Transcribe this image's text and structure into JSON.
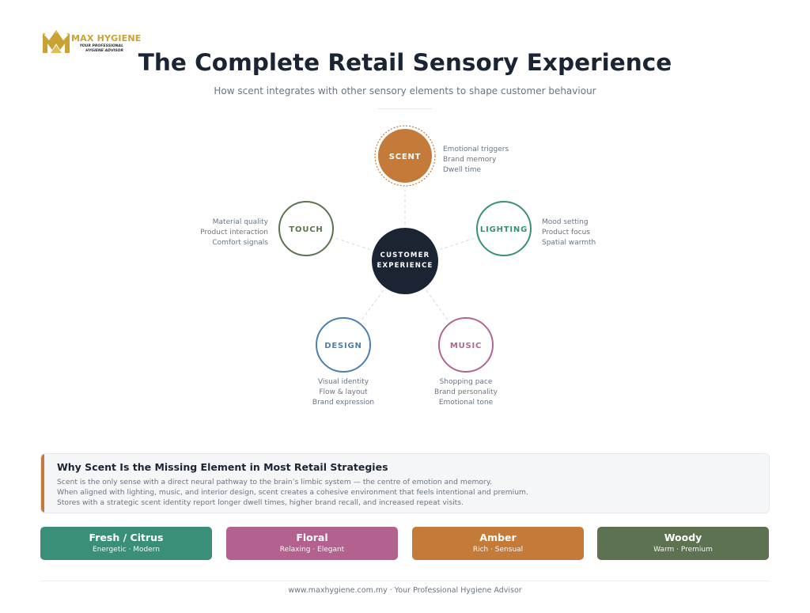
{
  "brand": {
    "name": "MAX HYGIENE",
    "tagline_line1": "YOUR PROFESSIONAL",
    "tagline_line2": "HYGIENE ADVISOR",
    "gold": "#c9a233"
  },
  "header": {
    "title": "The Complete Retail Sensory Experience",
    "subtitle": "How scent integrates with other sensory elements to shape customer behaviour"
  },
  "diagram": {
    "center": {
      "line1": "CUSTOMER",
      "line2": "EXPERIENCE",
      "color": "#1b2433"
    },
    "nodes": [
      {
        "id": "scent",
        "label": "SCENT",
        "color": "#c47b3a",
        "filled": true,
        "notes_side": "right",
        "notes": [
          "Emotional triggers",
          "Brand memory",
          "Dwell time"
        ]
      },
      {
        "id": "touch",
        "label": "TOUCH",
        "color": "#5d7250",
        "filled": false,
        "notes_side": "left",
        "notes": [
          "Material quality",
          "Product interaction",
          "Comfort signals"
        ]
      },
      {
        "id": "lighting",
        "label": "LIGHTING",
        "color": "#3a8f78",
        "filled": false,
        "notes_side": "right",
        "notes": [
          "Mood setting",
          "Product focus",
          "Spatial warmth"
        ]
      },
      {
        "id": "design",
        "label": "DESIGN",
        "color": "#4d7fab",
        "filled": false,
        "notes_side": "below",
        "notes": [
          "Visual identity",
          "Flow & layout",
          "Brand expression"
        ]
      },
      {
        "id": "music",
        "label": "MUSIC",
        "color": "#b06690",
        "filled": false,
        "notes_side": "below",
        "notes": [
          "Shopping pace",
          "Brand personality",
          "Emotional tone"
        ]
      }
    ]
  },
  "insight": {
    "title": "Why Scent Is the Missing Element in Most Retail Strategies",
    "lines": [
      "Scent is the only sense with a direct neural pathway to the brain’s limbic system — the centre of emotion and memory.",
      "When aligned with lighting, music, and interior design, scent creates a cohesive environment that feels intentional and premium.",
      "Stores with a strategic scent identity report longer dwell times, higher brand recall, and increased repeat visits."
    ],
    "accent": "#c47b3a"
  },
  "scent_families": [
    {
      "name": "Fresh / Citrus",
      "desc": "Energetic · Modern",
      "color": "#3a8f78"
    },
    {
      "name": "Floral",
      "desc": "Relaxing · Elegant",
      "color": "#b3618e"
    },
    {
      "name": "Amber",
      "desc": "Rich · Sensual",
      "color": "#c47b3a"
    },
    {
      "name": "Woody",
      "desc": "Warm · Premium",
      "color": "#5d7250"
    }
  ],
  "footer": {
    "text": "www.maxhygiene.com.my · Your Professional Hygiene Advisor"
  }
}
